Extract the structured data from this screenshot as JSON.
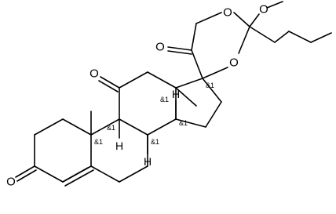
{
  "molecule": {
    "atom_labels": {
      "o_ketone_a": "O",
      "o_ketone_b": "O",
      "o_ketone_c": "O",
      "o_ring_top": "O",
      "o_ring_right": "O",
      "o_methoxy": "O",
      "h_8": "H",
      "h_9": "H",
      "h_14": "H"
    },
    "stereo_labels": {
      "c17": "&1",
      "c13": "&1",
      "c10": "&1",
      "c9": "&1",
      "c8": "&1",
      "c14": "&1"
    }
  }
}
